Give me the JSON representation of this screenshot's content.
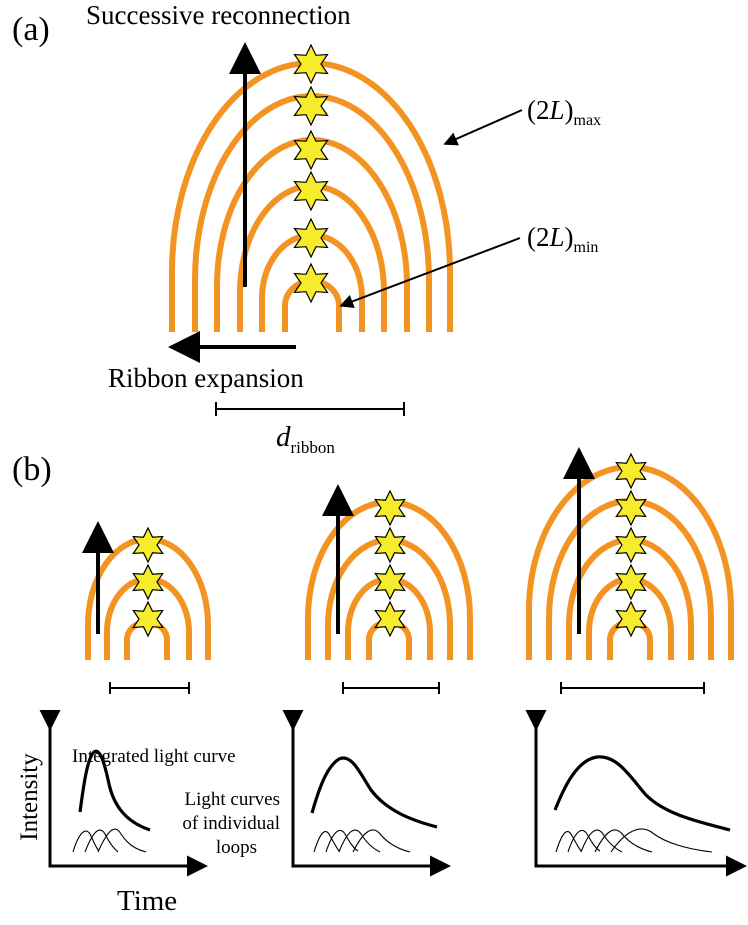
{
  "panel_a": {
    "label": "(a)",
    "successive_reconnection": "Successive reconnection",
    "ribbon_expansion": "Ribbon expansion",
    "length_max": {
      "main": "(2",
      "italic": "L",
      "close": ")",
      "sub": "max"
    },
    "length_min": {
      "main": "(2",
      "italic": "L",
      "close": ")",
      "sub": "min"
    },
    "d_ribbon": {
      "italic": "d",
      "sub": "ribbon"
    }
  },
  "panel_b": {
    "label": "(b)",
    "integrated_light_curve": "Integrated light curve",
    "individual_light_curves": [
      "Light curves",
      "of individual",
      "loops"
    ],
    "y_axis": "Intensity",
    "x_axis": "Time"
  },
  "colors": {
    "loop": "#f39322",
    "star": "#f7ec2c",
    "ink": "#000000"
  }
}
